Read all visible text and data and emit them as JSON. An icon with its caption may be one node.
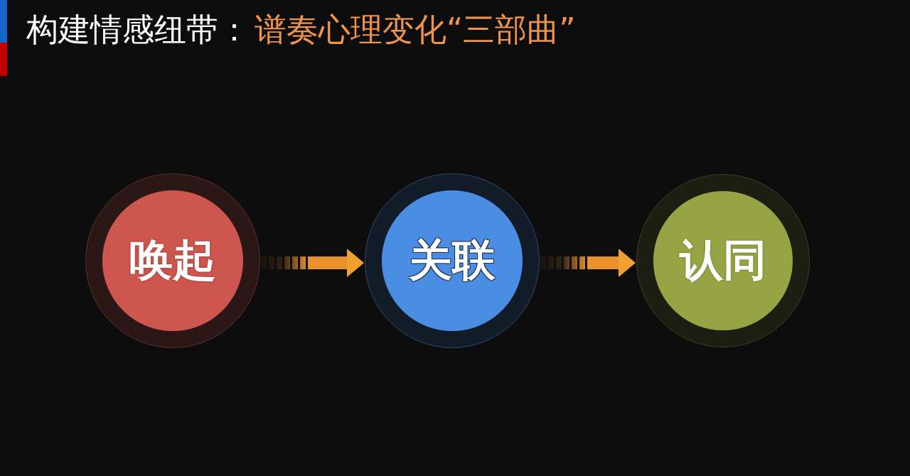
{
  "diagram": {
    "title": "构建情感纽带：",
    "nodes": [
      {
        "text": [
          "唤起"
        ]
      },
      {
        "text": [
          "关联"
        ]
      },
      {
        "text": [
          "认同"
        ]
      }
    ],
    "edges": [
      {
        "from": 0,
        "to": 1,
        "arrow": "to"
      },
      {
        "from": 1,
        "to": 2,
        "arrow": "to"
      }
    ],
    "labels": [
      "谱奏心理变化“三部曲”"
    ]
  }
}
